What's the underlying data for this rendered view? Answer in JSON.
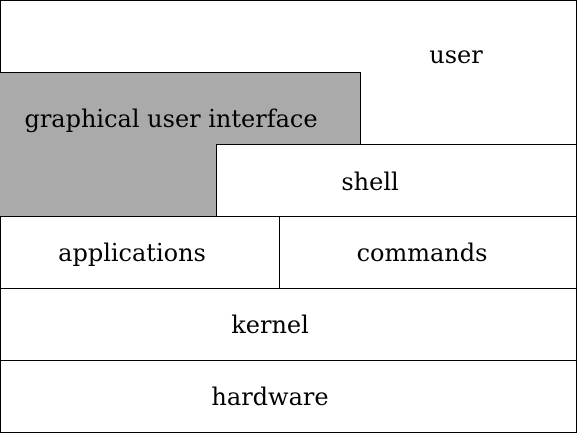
{
  "diagram": {
    "layers": {
      "user": "user",
      "gui": "graphical user interface",
      "shell": "shell",
      "applications": "applications",
      "commands": "commands",
      "kernel": "kernel",
      "hardware": "hardware"
    },
    "colors": {
      "gui_fill": "#aaaaaa",
      "border": "#000000",
      "background": "#ffffff"
    }
  }
}
